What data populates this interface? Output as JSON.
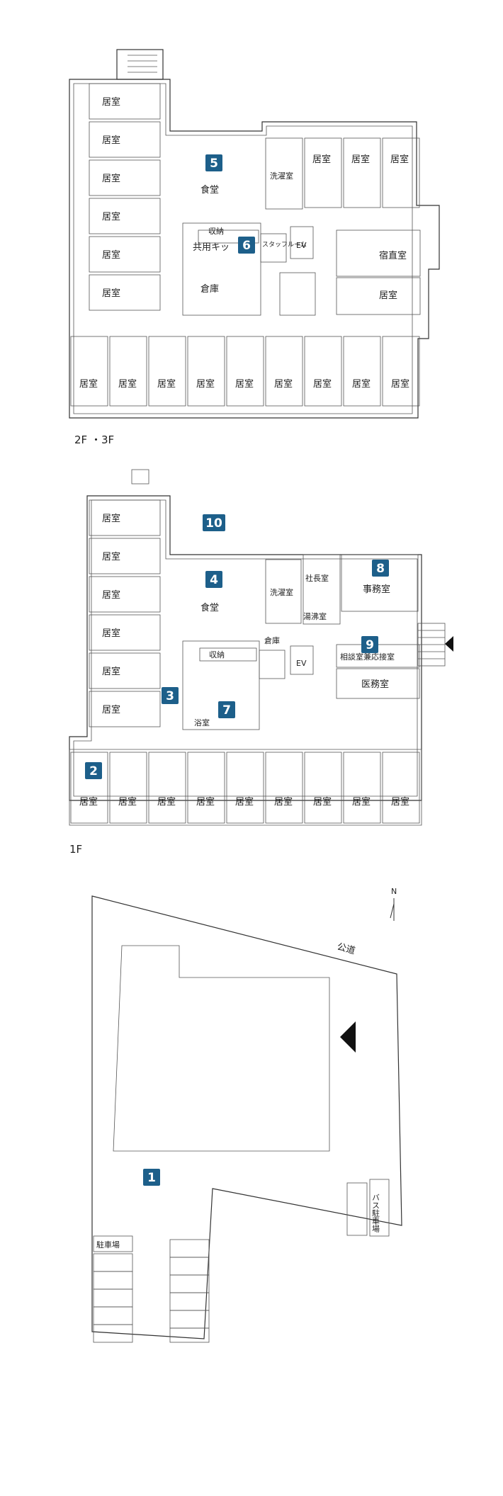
{
  "floors": {
    "upper_label": "2F ・3F",
    "ground_label": "1F"
  },
  "rooms": {
    "living": "居室",
    "dining": "食堂",
    "laundry": "洗濯室",
    "storage_closet": "収納",
    "kitchen": "共用キッ",
    "staff_room": "スタッフルーム",
    "ev": "EV",
    "warehouse": "倉庫",
    "night_duty": "宿直室",
    "president": "社長室",
    "office": "事務室",
    "boiler": "湯沸室",
    "consultation": "相談室兼応接室",
    "medical": "医務室",
    "bath": "浴室",
    "parking": "駐車場",
    "bus_parking": "バス駐車場",
    "road": "公道",
    "north": "N"
  },
  "badges": [
    "1",
    "2",
    "3",
    "4",
    "5",
    "6",
    "7",
    "8",
    "9",
    "10"
  ],
  "colors": {
    "badge": "#1d5f8a",
    "line": "#333333"
  }
}
